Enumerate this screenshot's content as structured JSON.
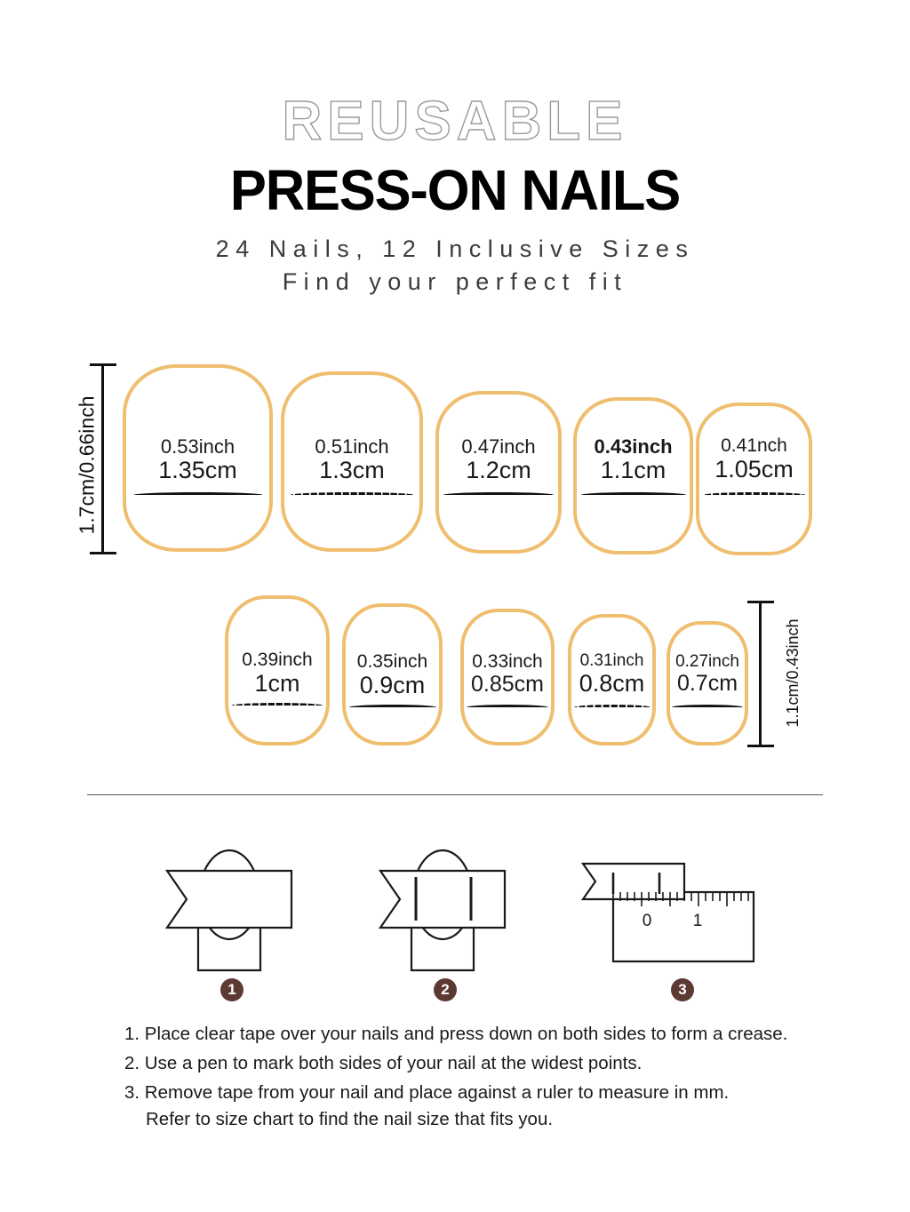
{
  "header": {
    "overline": "REUSABLE",
    "title": "PRESS-ON NAILS",
    "subtitle_line1": "24 Nails, 12 Inclusive Sizes",
    "subtitle_line2": "Find your perfect fit"
  },
  "dimensions": {
    "left_label": "1.7cm/0.66inch",
    "right_label": "1.1cm/0.43inch"
  },
  "chart_data": {
    "type": "table",
    "title": "Nail size chart",
    "columns": [
      "inch",
      "cm"
    ],
    "rows": [
      {
        "inch": "0.53inch",
        "cm": "1.35cm",
        "highlighted": false
      },
      {
        "inch": "0.51inch",
        "cm": "1.3cm",
        "highlighted": false
      },
      {
        "inch": "0.47inch",
        "cm": "1.2cm",
        "highlighted": false
      },
      {
        "inch": "0.43inch",
        "cm": "1.1cm",
        "highlighted": true
      },
      {
        "inch": "0.41nch",
        "cm": "1.05cm",
        "highlighted": false
      },
      {
        "inch": "0.39inch",
        "cm": "1cm",
        "highlighted": false
      },
      {
        "inch": "0.35inch",
        "cm": "0.9cm",
        "highlighted": false
      },
      {
        "inch": "0.33inch",
        "cm": "0.85cm",
        "highlighted": false
      },
      {
        "inch": "0.31inch",
        "cm": "0.8cm",
        "highlighted": false
      },
      {
        "inch": "0.27inch",
        "cm": "0.7cm",
        "highlighted": false
      }
    ]
  },
  "nails_row1": [
    {
      "inch": "0.53inch",
      "cm": "1.35cm",
      "bold": false
    },
    {
      "inch": "0.51inch",
      "cm": "1.3cm",
      "bold": false
    },
    {
      "inch": "0.47inch",
      "cm": "1.2cm",
      "bold": false
    },
    {
      "inch": "0.43inch",
      "cm": "1.1cm",
      "bold": true
    },
    {
      "inch": "0.41nch",
      "cm": "1.05cm",
      "bold": false
    }
  ],
  "nails_row2": [
    {
      "inch": "0.39inch",
      "cm": "1cm",
      "bold": false
    },
    {
      "inch": "0.35inch",
      "cm": "0.9cm",
      "bold": false
    },
    {
      "inch": "0.33inch",
      "cm": "0.85cm",
      "bold": false
    },
    {
      "inch": "0.31inch",
      "cm": "0.8cm",
      "bold": false
    },
    {
      "inch": "0.27inch",
      "cm": "0.7cm",
      "bold": false
    }
  ],
  "steps": [
    {
      "number": "1",
      "name": "tape-over-nail"
    },
    {
      "number": "2",
      "name": "mark-both-sides"
    },
    {
      "number": "3",
      "name": "measure-on-ruler"
    }
  ],
  "ruler": {
    "tick_label_0": "0",
    "tick_label_1": "1"
  },
  "instructions": [
    "1. Place clear tape over your nails and press down on both sides to form a crease.",
    "2. Use a pen to mark both sides of your nail at the widest points.",
    "3. Remove tape from your nail and place against a ruler to measure in mm.",
    "Refer to size chart to find the nail size that fits you."
  ],
  "colors": {
    "nail_outline": "#efbe6e",
    "badge": "#5c3a33",
    "text": "#1a1a1a",
    "outline_text": "#9a9a9a"
  }
}
